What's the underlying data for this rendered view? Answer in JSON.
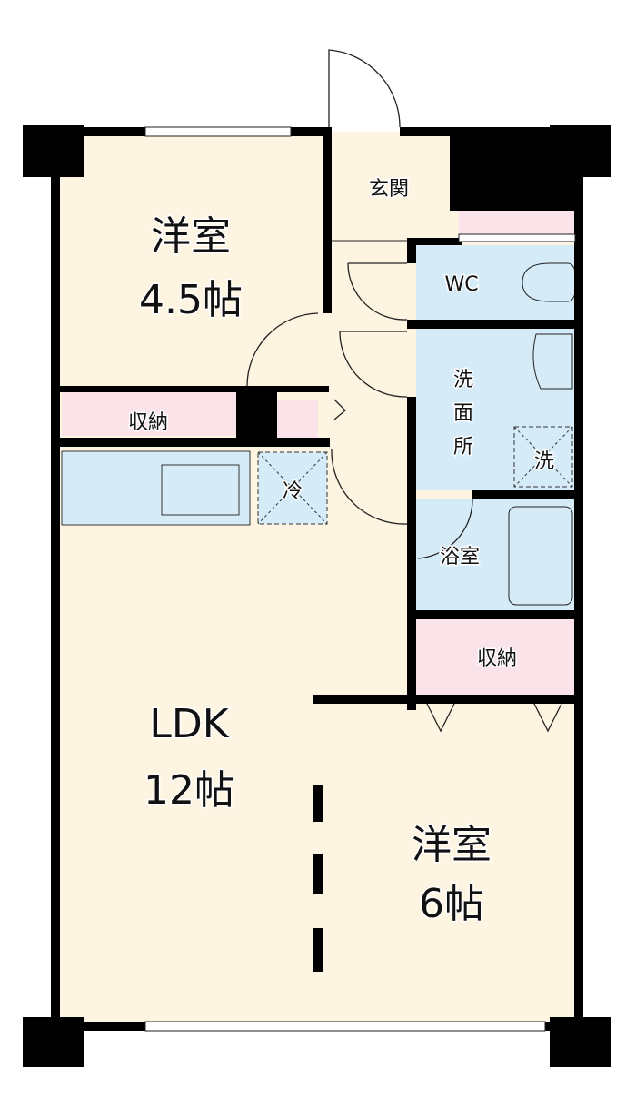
{
  "rooms": {
    "western_room_1": {
      "name": "洋室",
      "size": "4.5帖"
    },
    "ldk": {
      "name": "LDK",
      "size": "12帖"
    },
    "western_room_2": {
      "name": "洋室",
      "size": "6帖"
    },
    "entrance": "玄関",
    "wc": "WC",
    "washroom": [
      "洗",
      "面",
      "所"
    ],
    "bathroom": "浴室",
    "storage_1": "収納",
    "storage_2": "収納",
    "fridge": "冷",
    "washer": "洗"
  },
  "colors": {
    "floor": "#fdf5e2",
    "wet": "#d5ecf8",
    "storage": "#fbe3ea",
    "wall": "#000000"
  }
}
